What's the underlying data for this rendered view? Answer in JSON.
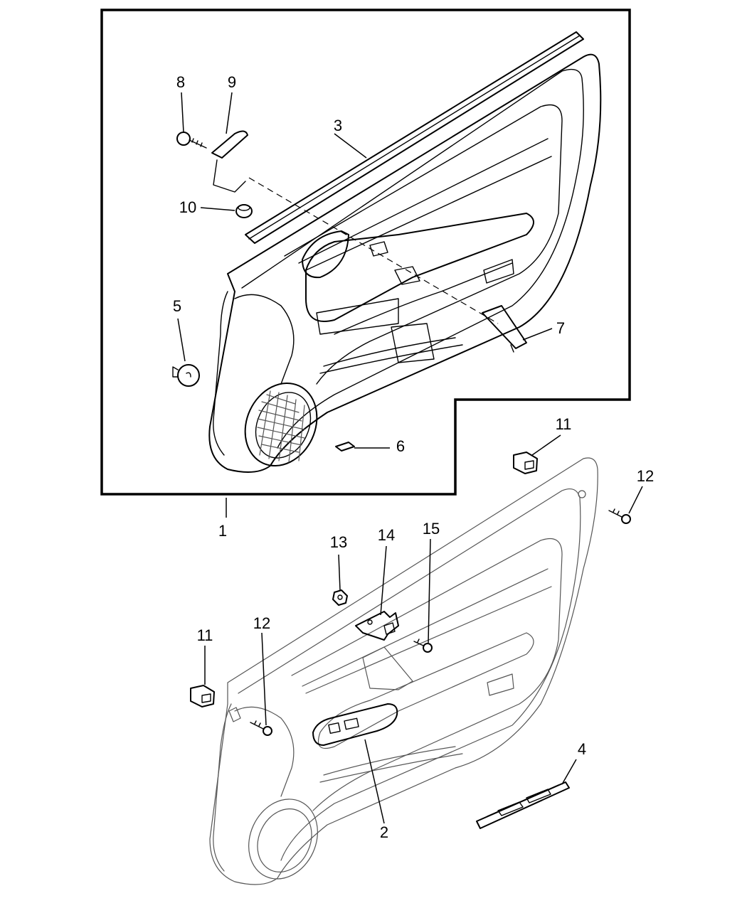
{
  "callouts": {
    "c1": "1",
    "c2": "2",
    "c3": "3",
    "c4": "4",
    "c5": "5",
    "c6": "6",
    "c7": "7",
    "c8": "8",
    "c9": "9",
    "c10": "10",
    "c11a": "11",
    "c11b": "11",
    "c12a": "12",
    "c12b": "12",
    "c13": "13",
    "c14": "14",
    "c15": "15"
  }
}
